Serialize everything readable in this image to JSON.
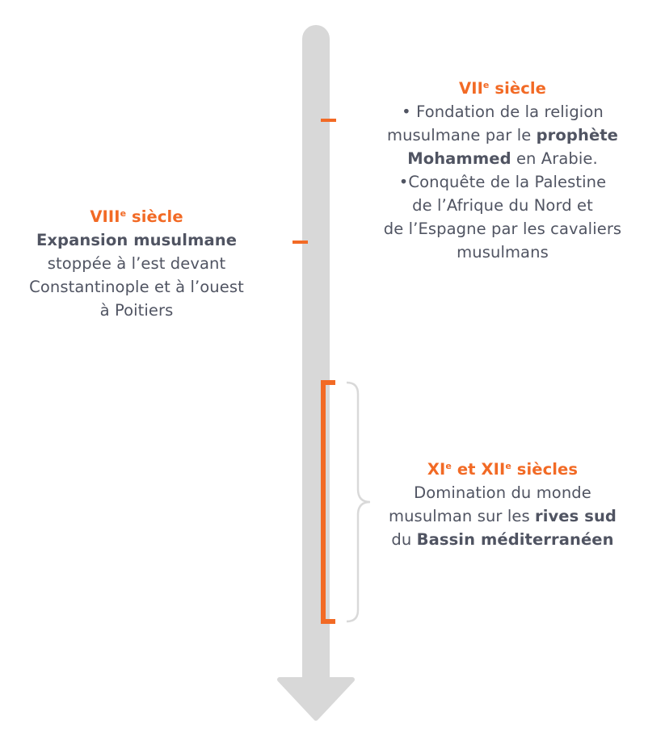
{
  "colors": {
    "accent": "#f26a25",
    "axis": "#d8d8d8",
    "brace": "#d9d9d9",
    "text": "#505462"
  },
  "vii": {
    "title_main": "VII",
    "title_sup": "e",
    "title_rest": " siècle",
    "b1_l1": "• Fondation de la religion",
    "b1_l2_pre": "musulmane par le ",
    "b1_l2_bold": "prophète",
    "b1_l3_bold": "Mohammed",
    "b1_l3_post": " en Arabie.",
    "b2_l1": "•Conquête de la Palestine",
    "b2_l2": "de l’Afrique du Nord et",
    "b2_l3": "de l’Espagne par les cavaliers",
    "b2_l4": "musulmans"
  },
  "viii": {
    "title_main": "VIII",
    "title_sup": "e",
    "title_rest": " siècle",
    "l1_bold": "Expansion musulmane",
    "l2": "stoppée à l’est devant",
    "l3": "Constantinople et à l’ouest",
    "l4": "à Poitiers"
  },
  "xi_xii": {
    "title_a": "XI",
    "title_a_sup": "e",
    "title_mid": " et XII",
    "title_b_sup": "e",
    "title_rest": " siècles",
    "l1": "Domination du monde",
    "l2_pre": "musulman sur les ",
    "l2_bold": "rives sud",
    "l3_pre": "du ",
    "l3_bold": "Bassin méditerranéen"
  }
}
